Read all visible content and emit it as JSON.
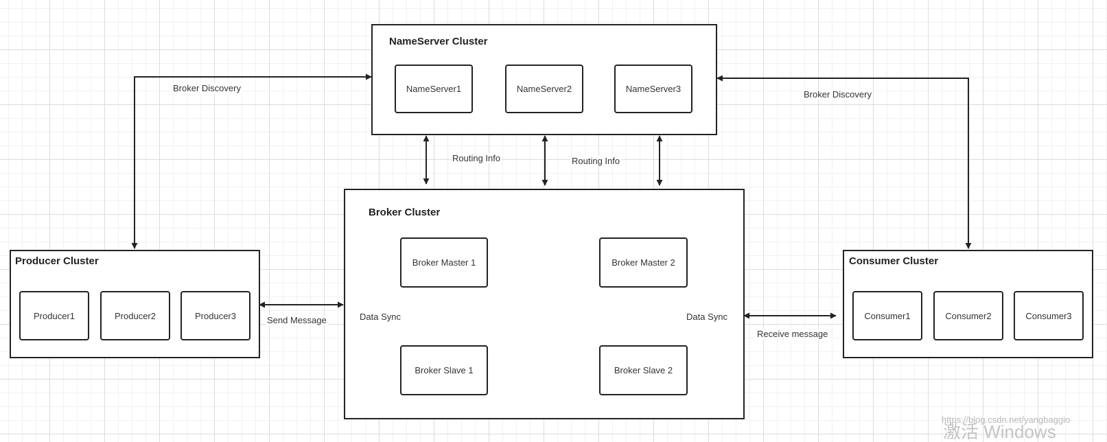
{
  "nameserver_cluster": {
    "title": "NameServer Cluster",
    "nodes": [
      "NameServer1",
      "NameServer2",
      "NameServer3"
    ]
  },
  "broker_cluster": {
    "title": "Broker Cluster",
    "master1": "Broker Master 1",
    "slave1": "Broker Slave 1",
    "master2": "Broker Master 2",
    "slave2": "Broker Slave 2"
  },
  "producer_cluster": {
    "title": "Producer Cluster",
    "nodes": [
      "Producer1",
      "Producer2",
      "Producer3"
    ]
  },
  "consumer_cluster": {
    "title": "Consumer Cluster",
    "nodes": [
      "Consumer1",
      "Consumer2",
      "Consumer3"
    ]
  },
  "edge_labels": {
    "broker_discovery_left": "Broker Discovery",
    "broker_discovery_right": "Broker Discovery",
    "routing_info_1": "Routing Info",
    "routing_info_2": "Routing Info",
    "send_message": "Send Message",
    "receive_message": "Receive message",
    "data_sync_left": "Data Sync",
    "data_sync_right": "Data Sync"
  },
  "watermark": {
    "url": "https://blog.csdn.net/yangbaggio",
    "os_text": "激活 Windows"
  }
}
